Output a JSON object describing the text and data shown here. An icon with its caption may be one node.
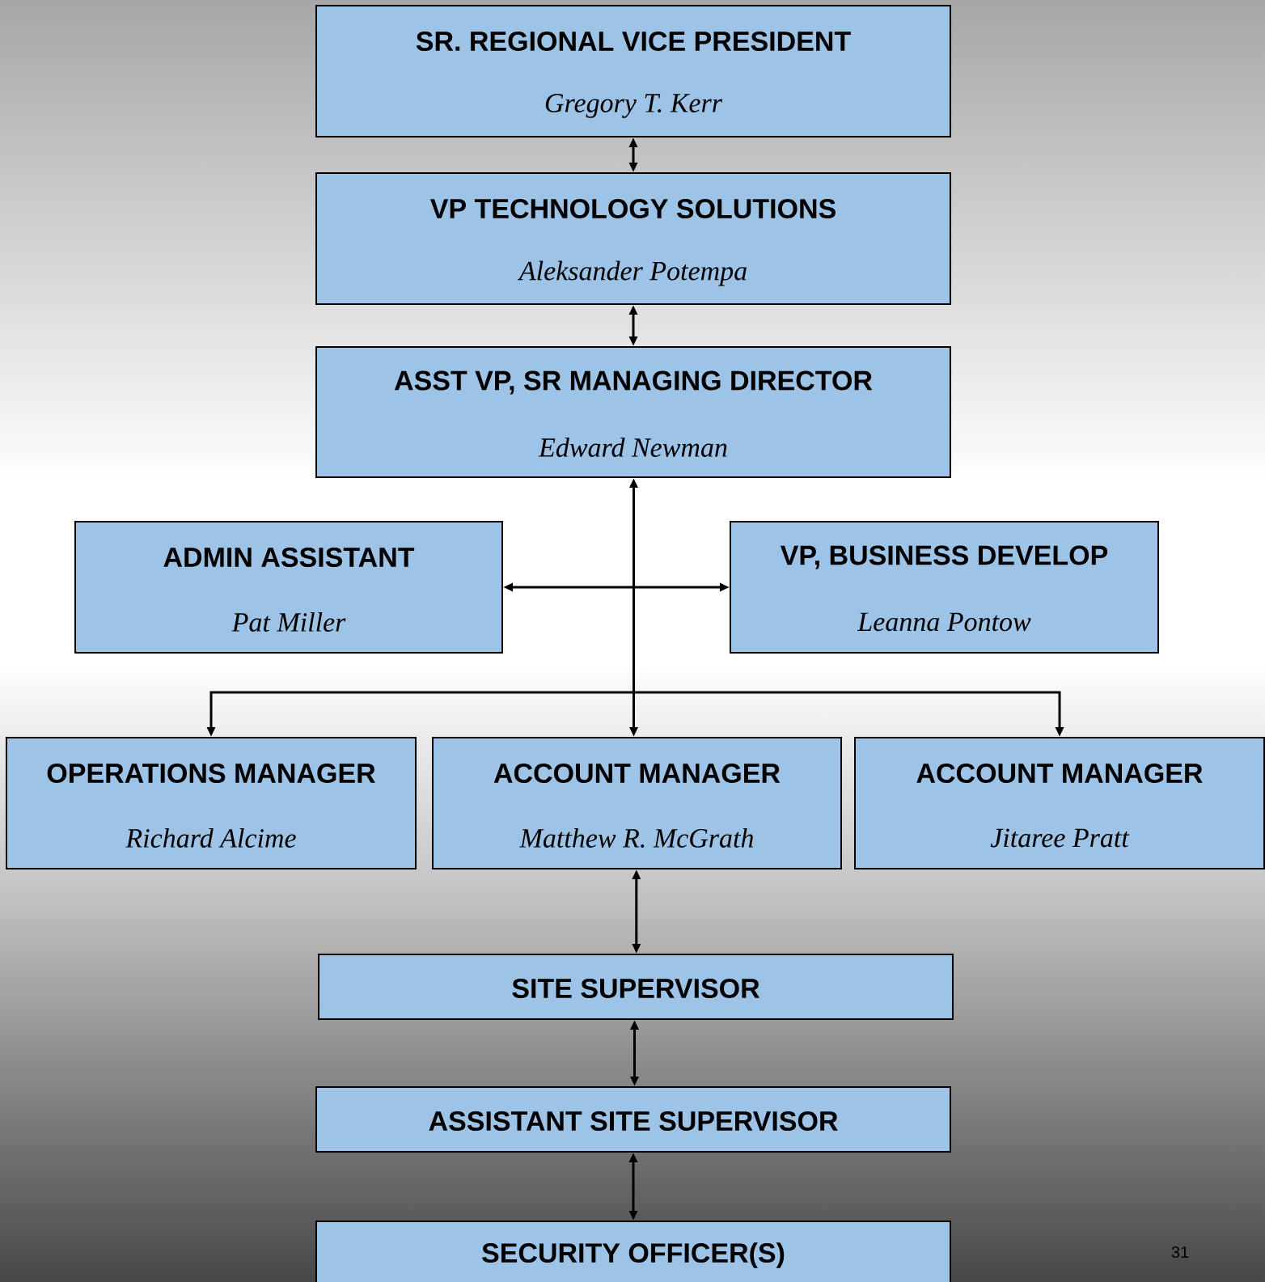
{
  "diagram": {
    "nodes": [
      {
        "text": [
          "SR. REGIONAL VICE PRESIDENT",
          "Gregory T. Kerr"
        ]
      },
      {
        "text": [
          "VP TECHNOLOGY SOLUTIONS",
          "Aleksander Potempa"
        ]
      },
      {
        "text": [
          "ASST VP, SR MANAGING DIRECTOR",
          "Edward Newman"
        ]
      },
      {
        "text": [
          "ADMIN ASSISTANT",
          "Pat Miller"
        ]
      },
      {
        "text": [
          "VP, BUSINESS DEVELOP",
          "Leanna Pontow"
        ]
      },
      {
        "text": [
          "OPERATIONS MANAGER",
          "Richard Alcime"
        ]
      },
      {
        "text": [
          "ACCOUNT MANAGER",
          "Matthew R. McGrath"
        ]
      },
      {
        "text": [
          "ACCOUNT MANAGER",
          "Jitaree Pratt"
        ]
      },
      {
        "text": [
          "SITE SUPERVISOR"
        ]
      },
      {
        "text": [
          "ASSISTANT SITE SUPERVISOR"
        ]
      },
      {
        "text": [
          "SECURITY OFFICER(S)"
        ]
      }
    ],
    "edges": [
      {
        "from": 0,
        "to": 1,
        "arrow": "both"
      },
      {
        "from": 1,
        "to": 2,
        "arrow": "both"
      },
      {
        "from": 2,
        "to": 3,
        "arrow": "both"
      },
      {
        "from": 2,
        "to": 4,
        "arrow": "both"
      },
      {
        "from": 2,
        "to": 5,
        "arrow": "both"
      },
      {
        "from": 2,
        "to": 6,
        "arrow": "both"
      },
      {
        "from": 2,
        "to": 7,
        "arrow": "both"
      },
      {
        "from": 6,
        "to": 8,
        "arrow": "both"
      },
      {
        "from": 8,
        "to": 9,
        "arrow": "both"
      },
      {
        "from": 9,
        "to": 10,
        "arrow": "both"
      }
    ],
    "labels": [
      "31"
    ]
  }
}
